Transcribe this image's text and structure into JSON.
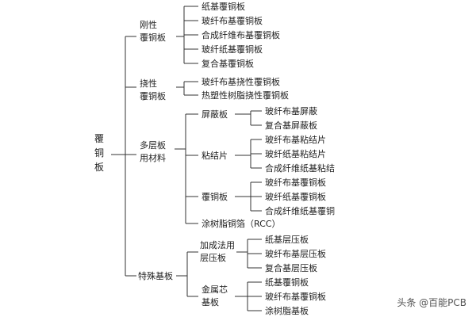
{
  "root_label": "覆铜板",
  "branches": {
    "rigid": {
      "label_line1": "刚性",
      "label_line2": "覆铜板",
      "items": [
        "纸基覆铜板",
        "玻纤布基覆铜板",
        "合成纤维布基覆铜板",
        "玻纤纸基覆铜板",
        "复合基覆铜板"
      ]
    },
    "flexible": {
      "label_line1": "挠性",
      "label_line2": "覆铜板",
      "items": [
        "玻纤布基挠性覆铜板",
        "热塑性树脂挠性覆铜板"
      ]
    },
    "multilayer": {
      "label_line1": "多层板",
      "label_line2": "用材料",
      "shield": {
        "label": "屏蔽板",
        "items": [
          "玻纤布基屏蔽",
          "复合基屏蔽板"
        ]
      },
      "adhesive": {
        "label": "粘结片",
        "items": [
          "玻纤布基粘结片",
          "玻纤纸基粘结片",
          "合成纤维纸基粘结"
        ]
      },
      "ccl": {
        "label": "覆铜板",
        "items": [
          "玻纤布基覆铜板",
          "玻纤纸基覆铜板",
          "合成纤维纸基覆铜"
        ]
      },
      "rcc": "涂树脂铜箔（RCC）"
    },
    "special": {
      "label": "特殊基板",
      "additive": {
        "label_line1": "加成法用",
        "label_line2": "层压板",
        "items": [
          "纸基层压板",
          "玻纤布基层压板",
          "复合基层压板"
        ]
      },
      "metal_core": {
        "label_line1": "金属芯",
        "label_line2": "基板",
        "items": [
          "纸基覆铜板",
          "玻纤布基覆铜板",
          "涂树脂基板"
        ]
      }
    }
  },
  "watermark": "头条 @百能PCB",
  "line_color": "#333333"
}
